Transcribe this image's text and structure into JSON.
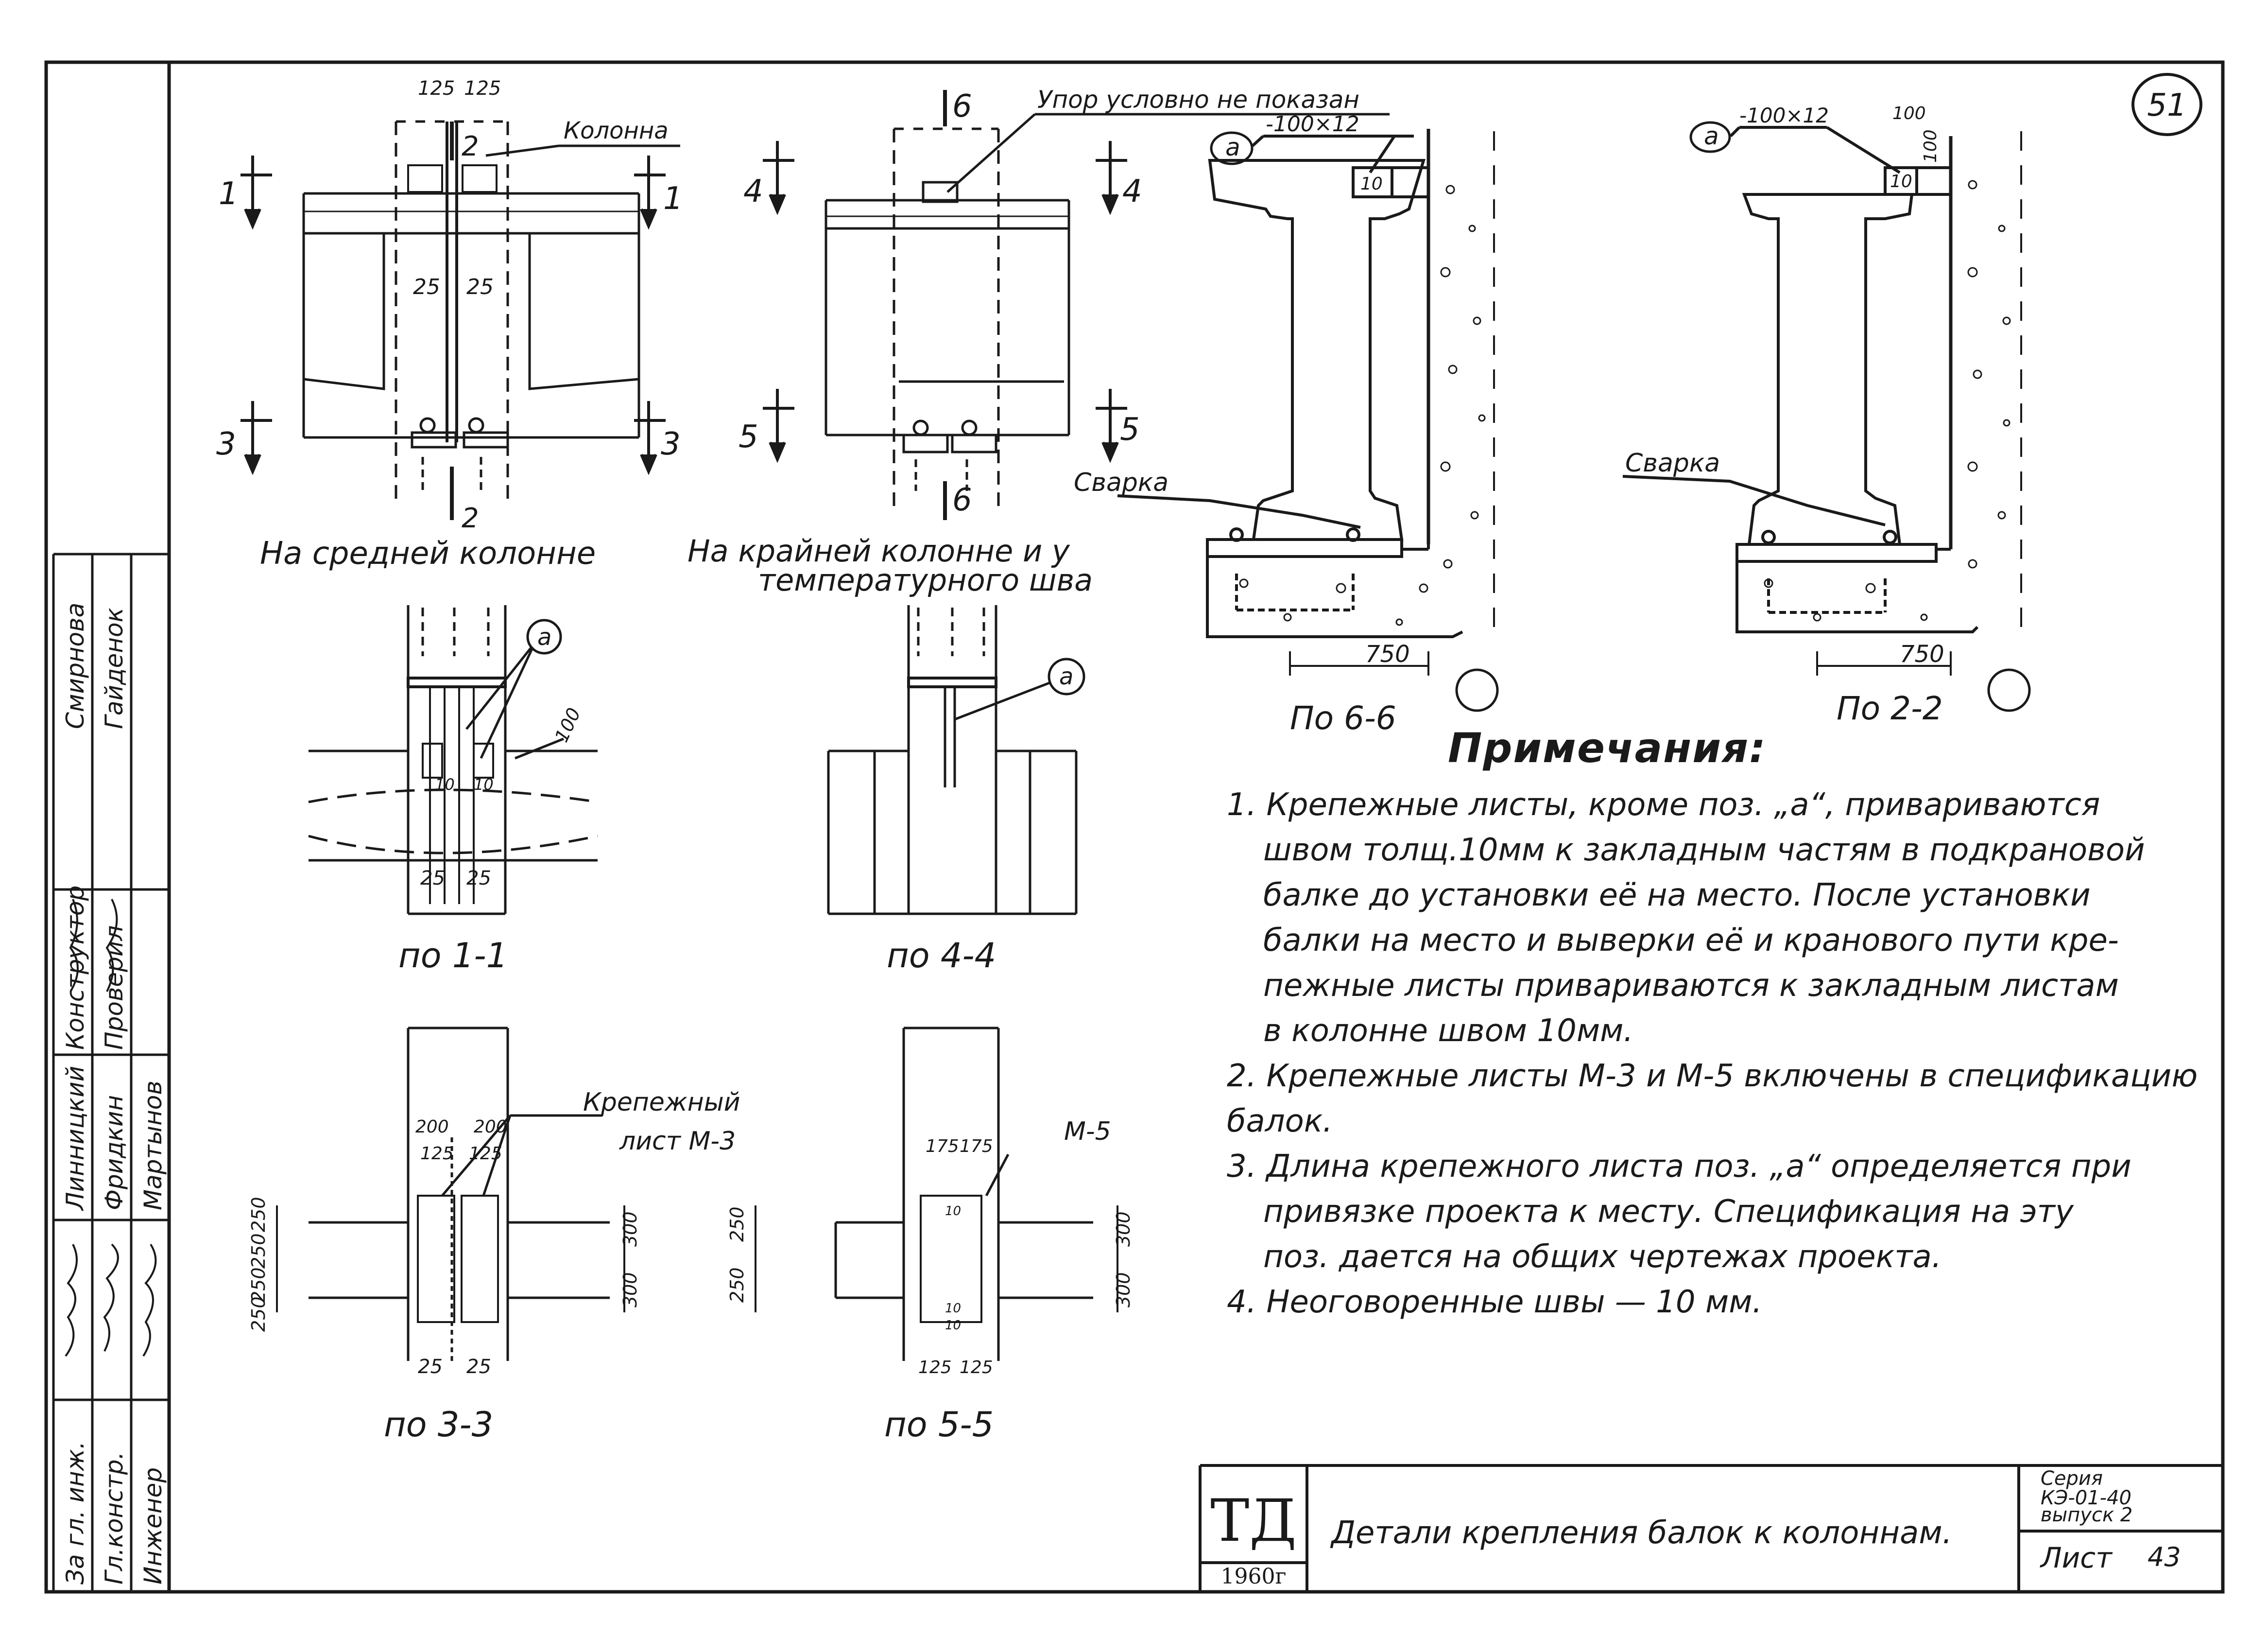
{
  "sheet_number": "51",
  "views": {
    "middle_column": {
      "caption": "На средней колонне",
      "label_column": "Колонна",
      "dims_top": [
        "125",
        "125"
      ],
      "dims_web": [
        "25",
        "25"
      ],
      "section_marks": [
        "1",
        "1",
        "3",
        "3",
        "2",
        "2"
      ]
    },
    "end_column": {
      "caption_line1": "На крайней колонне и у",
      "caption_line2": "температурного шва",
      "label_stop": "Упор условно не показан",
      "section_marks": [
        "4",
        "4",
        "5",
        "5",
        "6",
        "6"
      ]
    },
    "section_6_6": {
      "caption": "По 6-6",
      "label_plate": "-100×12",
      "mark_a": "а",
      "dim_10": "10",
      "label_weld": "Сварка",
      "dim_750": "750"
    },
    "section_2_2": {
      "caption": "По 2-2",
      "label_plate": "-100×12",
      "mark_a": "а",
      "dim_100_top": "100",
      "dim_100_side": "100",
      "dim_10": "10",
      "label_weld": "Сварка",
      "dim_750": "750"
    },
    "section_1_1": {
      "caption": "по 1-1",
      "mark_a": "а",
      "dim_100": "100",
      "dims_10": [
        "10",
        "10"
      ],
      "dims_25": [
        "25",
        "25"
      ]
    },
    "section_4_4": {
      "caption": "по 4-4",
      "mark_a": "а"
    },
    "section_3_3": {
      "caption": "по 3-3",
      "label_line1": "Крепежный",
      "label_line2": "лист М-3",
      "dims_200": [
        "200",
        "200"
      ],
      "dims_125": [
        "125",
        "125"
      ],
      "dims_left": [
        "250",
        "250",
        "250",
        "250"
      ],
      "dims_right": [
        "300",
        "300"
      ],
      "dims_25": [
        "25",
        "25"
      ]
    },
    "section_5_5": {
      "caption": "по 5-5",
      "label": "М-5",
      "dims_175": [
        "175",
        "175"
      ],
      "dims_125": [
        "125",
        "125"
      ],
      "dims_left": [
        "250",
        "250"
      ],
      "dims_right": [
        "300",
        "300"
      ],
      "dims_small": [
        "10",
        "10",
        "10"
      ]
    }
  },
  "notes": {
    "title": "Примечания:",
    "items": [
      {
        "lines": [
          "1. Крепежные листы, кроме поз. „а“, привариваются",
          "швом толщ.10мм к закладным частям в подкрановой",
          "балке до установки её на место. После установки",
          "балки на место и выверки её и кранового пути кре-",
          "пежные листы привариваются к закладным листам",
          "в колонне швом 10мм."
        ]
      },
      {
        "lines": [
          "2. Крепежные листы М-3 и М-5 включены в спецификацию балок."
        ]
      },
      {
        "lines": [
          "3. Длина крепежного листа поз. „а“ определяется при",
          "привязке проекта к месту. Спецификация на эту",
          "поз. дается на общих чертежах проекта."
        ]
      },
      {
        "lines": [
          "4. Неоговоренные швы — 10 мм."
        ]
      }
    ]
  },
  "signature_block": {
    "roles": [
      "Конструктор",
      "Проверил",
      "Линницкий",
      "Фридкин",
      "Мартынов",
      "Смирнова",
      "Гайденок"
    ],
    "titles": [
      "За гл. инж.",
      "Гл.констр.",
      "Инженер"
    ]
  },
  "title_block": {
    "logo": "ТД",
    "year": "1960г",
    "drawing_title": "Детали крепления балок к колоннам.",
    "series_label": "Серия",
    "series_code": "КЭ-01-40",
    "issue": "выпуск 2",
    "sheet_label": "Лист",
    "sheet_no": "43"
  }
}
